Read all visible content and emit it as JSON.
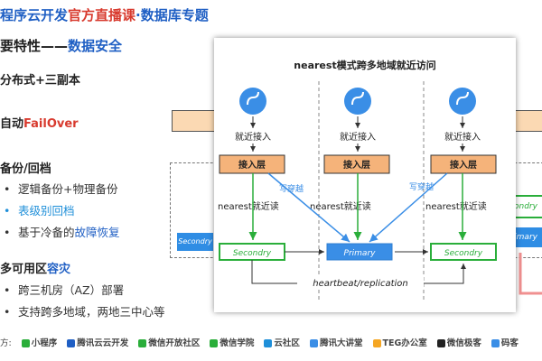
{
  "header": {
    "title_part1": "程序云开发",
    "title_part2": "官方直播课",
    "title_part3": "·数据库专题"
  },
  "section": {
    "heading_prefix": "要特性——",
    "heading_highlight": "数据安全"
  },
  "items": {
    "distributed": "分布式+三副本",
    "failover_prefix": "自动",
    "failover_highlight": "FailOver",
    "backup_heading": "备份/回档",
    "backup_bullets": [
      "逻辑备份+物理备份",
      "表级别回档"
    ],
    "cold_prefix": "基于冷备的",
    "cold_highlight": "故障恢复",
    "multi_prefix": "多可用区",
    "multi_highlight": "容灾",
    "multi_bullets": [
      "跨三机房（AZ）部署",
      "支持跨多地域，两地三中心等"
    ]
  },
  "diagram": {
    "title": "nearest模式跨多地域就近访问",
    "near_access": "就近接入",
    "access_layer": "接入层",
    "nearest_read": "nearest就近读",
    "write_request": "写穿越",
    "secondary": "Secondry",
    "primary": "Primary",
    "heartbeat": "heartbeat/replication"
  },
  "background_fragments": {
    "left_secondary": "Secondry",
    "right_secondary": "condry",
    "right_primary": "Primary"
  },
  "footer": {
    "prefix": "方:",
    "partners": [
      "小程序",
      "腾讯云云开发",
      "微信开放社区",
      "微信学院",
      "云社区",
      "腾讯大讲堂",
      "TEG办公室",
      "微信极客",
      "码客"
    ]
  },
  "colors": {
    "accent_blue": "#1f5fc4",
    "accent_red": "#d83a2e",
    "access_orange": "#f5b37a",
    "secondary_green": "#2aae3a",
    "primary_blue": "#2f8de4"
  }
}
